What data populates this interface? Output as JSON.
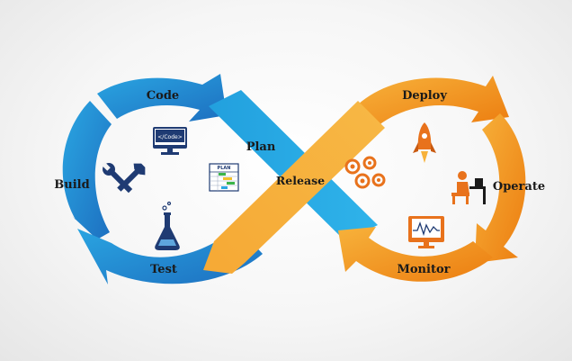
{
  "diagram": {
    "stages": {
      "code": "Code",
      "build": "Build",
      "test": "Test",
      "plan": "Plan",
      "release": "Release",
      "deploy": "Deploy",
      "operate": "Operate",
      "monitor": "Monitor"
    },
    "icon_texts": {
      "code_monitor": "</Code>",
      "plan_sheet": "PLAN"
    },
    "colors": {
      "blue_dark": "#1d6fc0",
      "blue_light": "#2aa6e2",
      "orange_dark": "#ec7d10",
      "orange_light": "#f7b23b",
      "icon_navy": "#1f3b73",
      "icon_orange": "#e8721c"
    },
    "icons": [
      "code-monitor-icon",
      "tools-icon",
      "flask-icon",
      "plan-chart-icon",
      "gears-icon",
      "rocket-icon",
      "operator-icon",
      "monitor-graph-icon"
    ]
  }
}
